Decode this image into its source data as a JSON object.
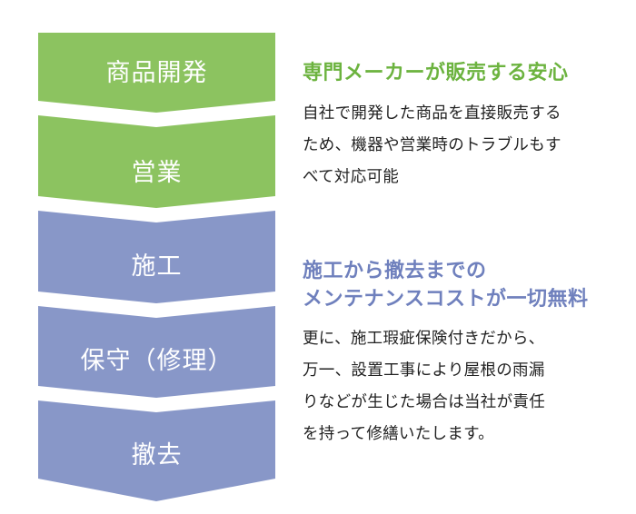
{
  "steps": [
    {
      "label": "商品開発",
      "group": "green"
    },
    {
      "label": "営業",
      "group": "green"
    },
    {
      "label": "施工",
      "group": "blue"
    },
    {
      "label": "保守（修理）",
      "group": "blue"
    },
    {
      "label": "撤去",
      "group": "blue"
    }
  ],
  "colors": {
    "green": "#8cc360",
    "blue": "#8897c8",
    "green_text": "#6cb33f",
    "blue_text": "#6f80bd"
  },
  "sections": [
    {
      "heading": [
        "専門メーカーが販売する安心"
      ],
      "body": [
        "自社で開発した商品を直接販売する",
        "ため、機器や営業時のトラブルもす",
        "べて対応可能"
      ]
    },
    {
      "heading": [
        "施工から撤去までの",
        "メンテナンスコストが一切無料"
      ],
      "body": [
        "更に、施工瑕疵保険付きだから、",
        "万一、設置工事により屋根の雨漏",
        "りなどが生じた場合は当社が責任",
        "を持って修繕いたします。"
      ]
    }
  ]
}
